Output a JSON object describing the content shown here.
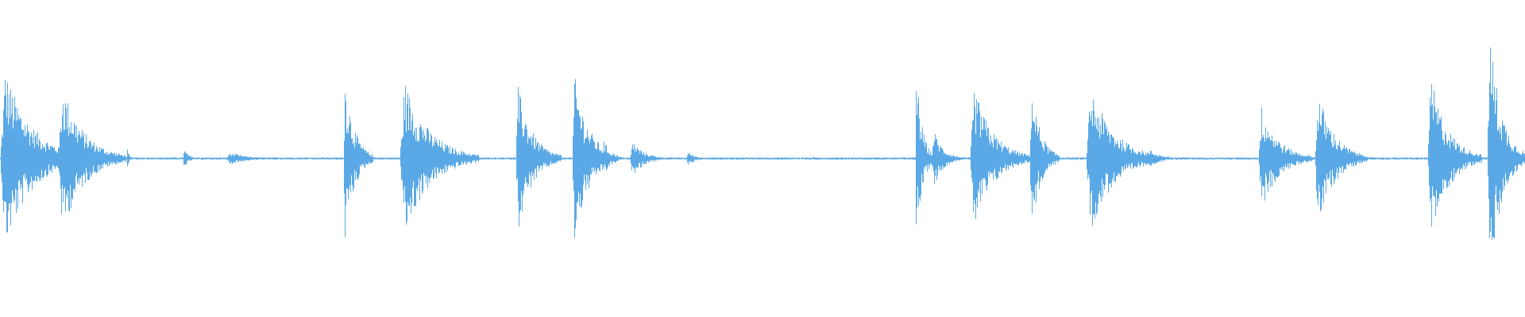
{
  "waveform": {
    "color": "#5aa9e6",
    "background": "#ffffff",
    "bursts": [
      {
        "start": 0.0,
        "duration": 0.055,
        "amplitude": 0.6
      },
      {
        "start": 0.038,
        "duration": 0.045,
        "amplitude": 0.5
      },
      {
        "start": 0.083,
        "duration": 0.004,
        "amplitude": 0.06
      },
      {
        "start": 0.12,
        "duration": 0.01,
        "amplitude": 0.07
      },
      {
        "start": 0.148,
        "duration": 0.04,
        "amplitude": 0.04
      },
      {
        "start": 0.225,
        "duration": 0.02,
        "amplitude": 0.55
      },
      {
        "start": 0.262,
        "duration": 0.052,
        "amplitude": 0.52
      },
      {
        "start": 0.338,
        "duration": 0.03,
        "amplitude": 0.48
      },
      {
        "start": 0.375,
        "duration": 0.03,
        "amplitude": 0.56
      },
      {
        "start": 0.395,
        "duration": 0.015,
        "amplitude": 0.12
      },
      {
        "start": 0.413,
        "duration": 0.025,
        "amplitude": 0.12
      },
      {
        "start": 0.45,
        "duration": 0.015,
        "amplitude": 0.05
      },
      {
        "start": 0.6,
        "duration": 0.012,
        "amplitude": 0.65
      },
      {
        "start": 0.611,
        "duration": 0.02,
        "amplitude": 0.2
      },
      {
        "start": 0.636,
        "duration": 0.04,
        "amplitude": 0.48
      },
      {
        "start": 0.675,
        "duration": 0.02,
        "amplitude": 0.5
      },
      {
        "start": 0.712,
        "duration": 0.05,
        "amplitude": 0.48
      },
      {
        "start": 0.752,
        "duration": 0.025,
        "amplitude": 0.06
      },
      {
        "start": 0.825,
        "duration": 0.036,
        "amplitude": 0.35
      },
      {
        "start": 0.862,
        "duration": 0.035,
        "amplitude": 0.45
      },
      {
        "start": 0.936,
        "duration": 0.036,
        "amplitude": 0.55
      },
      {
        "start": 0.975,
        "duration": 0.025,
        "amplitude": 0.88
      }
    ]
  }
}
